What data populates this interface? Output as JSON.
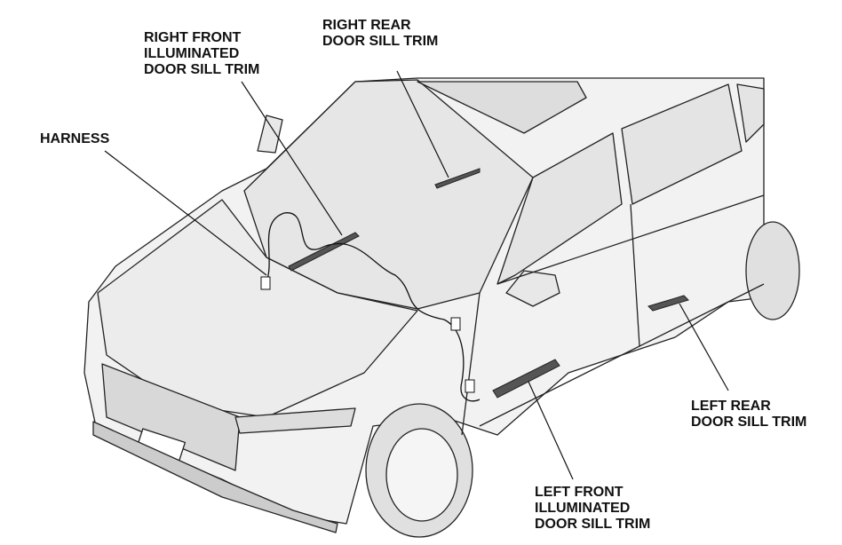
{
  "labels": {
    "right_rear": "RIGHT REAR\nDOOR SILL TRIM",
    "right_front": "RIGHT FRONT\nILLUMINATED\nDOOR SILL TRIM",
    "harness": "HARNESS",
    "left_rear": "LEFT REAR\nDOOR SILL TRIM",
    "left_front": "LEFT FRONT\nILLUMINATED\nDOOR SILL TRIM"
  }
}
